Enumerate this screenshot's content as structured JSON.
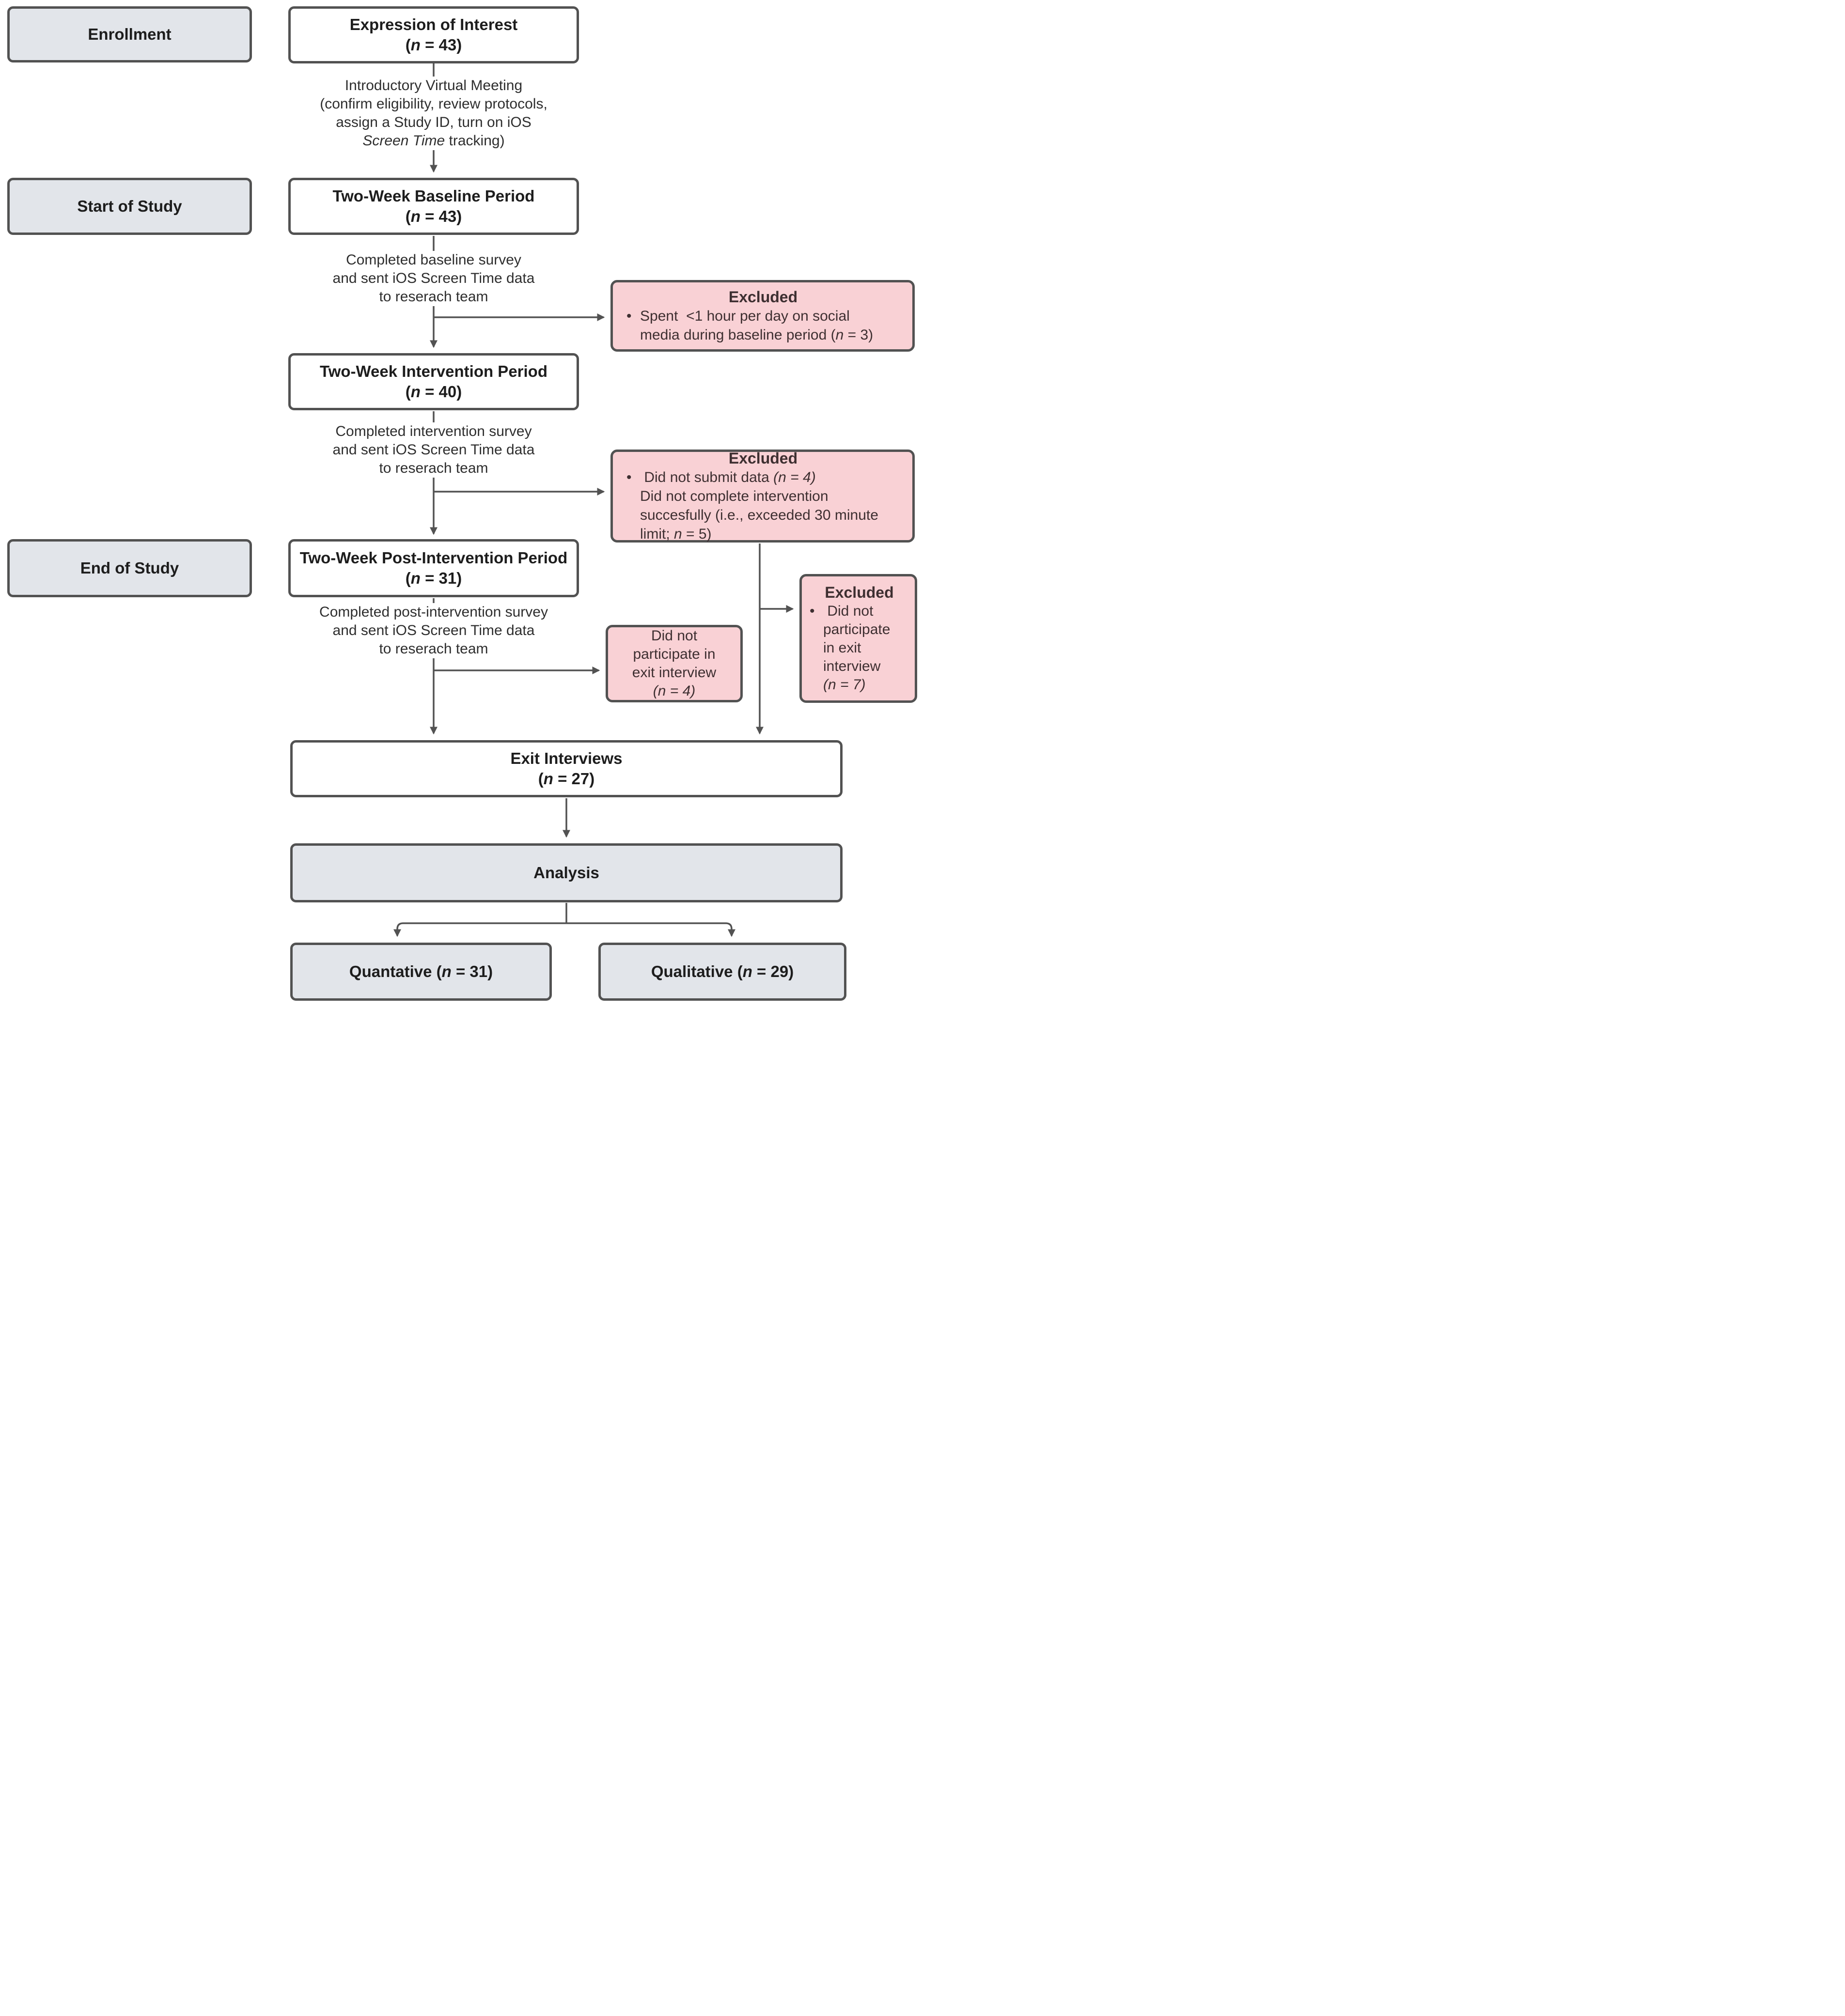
{
  "colors": {
    "box_border": "#525252",
    "connector": "#525252",
    "stage_fill": "#e2e5ea",
    "process_fill": "#ffffff",
    "excluded_fill": "#f9d1d5",
    "excluded_text": "#3e2f31",
    "text": "#1d1d1d"
  },
  "stages": {
    "enrollment": "Enrollment",
    "start": "Start of Study",
    "end": "End of Study"
  },
  "flow": {
    "eoi": {
      "title": "Expression of Interest",
      "count": {
        "pre": "(",
        "n": "n",
        "post": " = 43)"
      }
    },
    "baseline": {
      "title": "Two-Week Baseline Period",
      "count": {
        "pre": "(",
        "n": "n",
        "post": " = 43)"
      }
    },
    "intervention": {
      "title": "Two-Week Intervention Period",
      "count": {
        "pre": "(",
        "n": "n",
        "post": " = 40)"
      }
    },
    "post": {
      "title": "Two-Week Post-Intervention Period",
      "count": {
        "pre": "(",
        "n": "n",
        "post": " = 31)"
      }
    },
    "exit": {
      "title": "Exit Interviews",
      "count": {
        "pre": "(",
        "n": "n",
        "post": " = 27)"
      }
    },
    "analysis": {
      "title": "Analysis"
    },
    "quantitative": {
      "pre": "Quantative (",
      "n": "n",
      "post": " = 31)"
    },
    "qualitative": {
      "pre": "Qualitative (",
      "n": "n",
      "post": " = 29)"
    }
  },
  "annotations": {
    "intro": {
      "l1": "Introductory Virtual Meeting",
      "l2": "(confirm eligibility, review protocols,",
      "l3": "assign a Study ID, turn on iOS",
      "l4_italic": "Screen Time",
      "l4_post": " tracking)"
    },
    "baseline_survey": {
      "l1": "Completed baseline survey",
      "l2": "and sent iOS Screen Time data",
      "l3": "to reserach team"
    },
    "intervention_survey": {
      "l1": "Completed intervention survey",
      "l2": "and sent iOS Screen Time data",
      "l3": "to reserach team"
    },
    "post_survey": {
      "l1": "Completed post-intervention survey",
      "l2": "and sent iOS Screen Time data",
      "l3": "to reserach team"
    }
  },
  "excluded": {
    "baseline": {
      "title": "Excluded",
      "bullet": "•",
      "l1": "Spent  <1 hour per day on social",
      "l2_pre": "media during baseline period (",
      "l2_n": "n",
      "l2_post": " = 3)"
    },
    "intervention": {
      "title": "Excluded",
      "bullet": "•",
      "l1_pre": " Did not submit data ",
      "l1_italic": "(n = 4)",
      "l2": "Did not complete intervention",
      "l3": "succesfully (i.e., exceeded 30 minute",
      "l4_pre": "limit; ",
      "l4_n": "n",
      "l4_post": " = 5)"
    },
    "exit_interview_right": {
      "title": "Excluded",
      "bullet": "•",
      "l1": " Did not",
      "l2": "participate",
      "l3": "in exit",
      "l4": "interview",
      "l5_italic": "(n = 7)"
    },
    "exit_interview_mid": {
      "l1": "Did not",
      "l2": "participate in",
      "l3": "exit interview",
      "l4_italic": "(n = 4)"
    }
  }
}
